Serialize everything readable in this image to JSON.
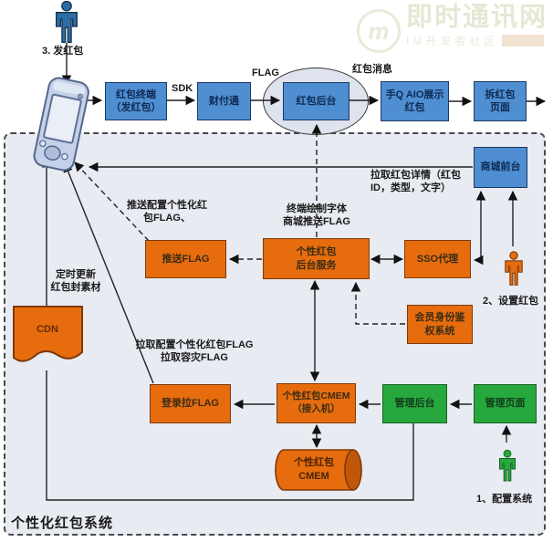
{
  "diagram_title": "个性化红包系统",
  "watermark": {
    "logo_letter": "m",
    "title": "即时通讯网",
    "subtitle": "IM开发者社区"
  },
  "actors": {
    "sender": {
      "label": "3. 发红包"
    },
    "setter": {
      "label": "2、设置红包"
    },
    "configurer": {
      "label": "1、配置系统"
    }
  },
  "nodes": {
    "hongbao_terminal": {
      "label": "红包终端\n（发红包）"
    },
    "tenpay": {
      "label": "财付通"
    },
    "hongbao_backend": {
      "label": "红包后台"
    },
    "shouq_aio": {
      "label": "手Q AIO展示\n红包"
    },
    "open_hongbao_page": {
      "label": "拆红包\n页面"
    },
    "mall_front": {
      "label": "商城前台"
    },
    "push_flag": {
      "label": "推送FLAG"
    },
    "personal_backend": {
      "label": "个性红包\n后台服务"
    },
    "sso_proxy": {
      "label": "SSO代理"
    },
    "member_auth": {
      "label": "会员身份鉴\n权系统"
    },
    "cdn": {
      "label": "CDN"
    },
    "login_pull_flag": {
      "label": "登录拉FLAG"
    },
    "cmem_access": {
      "label": "个性红包CMEM\n（接入机）"
    },
    "admin_backend": {
      "label": "管理后台"
    },
    "admin_page": {
      "label": "管理页面"
    },
    "cmem_db": {
      "label": "个性红包\nCMEM"
    }
  },
  "edge_labels": {
    "sdk": "SDK",
    "flag": "FLAG",
    "hongbao_message": "红包消息",
    "pull_detail": "拉取红包详情（红包\nID，类型，文字）",
    "terminal_draw": "终端绘制字体\n商城推送FLAG",
    "push_config": "推送配置个性化红\n包FLAG、",
    "timed_update": "定时更新\n红包封素材",
    "pull_config": "拉取配置个性化红包FLAG\n拉取容灾FLAG"
  },
  "colors": {
    "node_blue": "#4e8ed1",
    "node_orange": "#e66c0d",
    "node_green": "#27a83d",
    "boundary_fill": "#e8ebf2",
    "line": "#111111"
  }
}
